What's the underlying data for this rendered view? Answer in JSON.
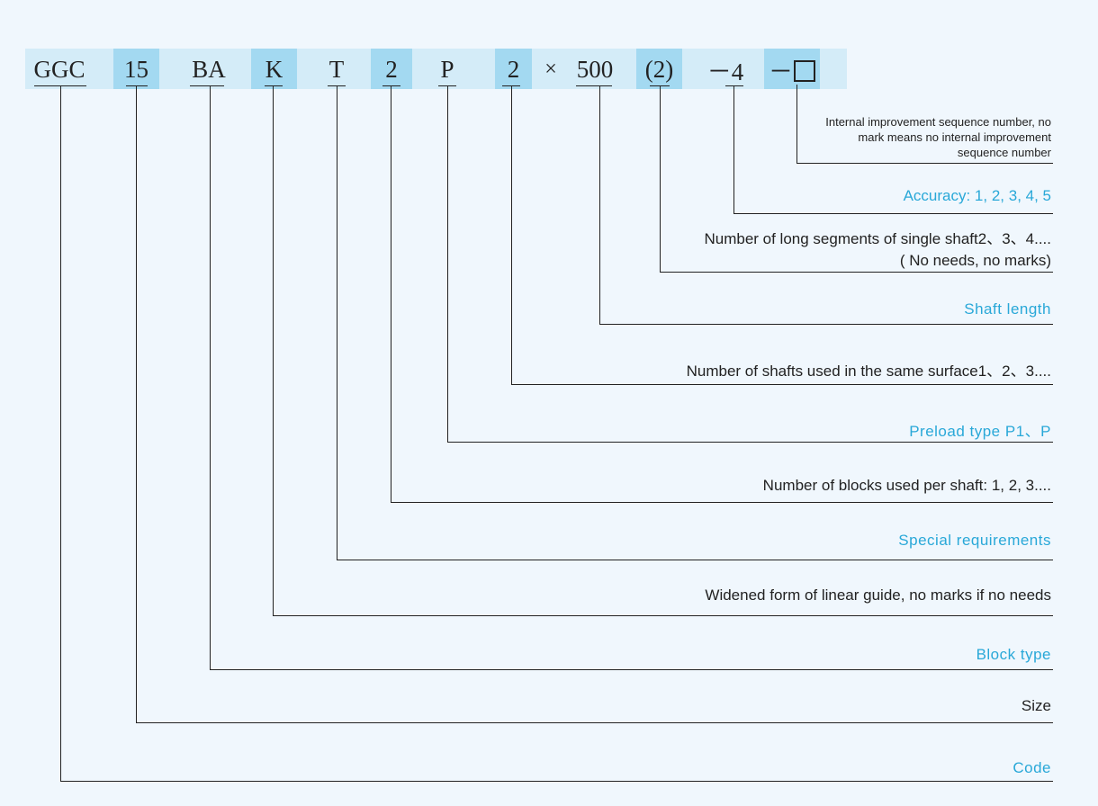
{
  "code_segments": [
    {
      "id": "ggc",
      "text": "GGC",
      "highlighted": false
    },
    {
      "id": "size",
      "text": "15",
      "highlighted": true
    },
    {
      "id": "block",
      "text": "BA",
      "highlighted": false
    },
    {
      "id": "widen",
      "text": "K",
      "highlighted": true
    },
    {
      "id": "special",
      "text": "T",
      "highlighted": false
    },
    {
      "id": "blocks",
      "text": "2",
      "highlighted": true
    },
    {
      "id": "preload",
      "text": "P",
      "highlighted": false
    },
    {
      "id": "shafts",
      "text": "2",
      "highlighted": true
    },
    {
      "id": "times",
      "text": "×",
      "highlighted": false
    },
    {
      "id": "length",
      "text": "500",
      "highlighted": false
    },
    {
      "id": "segments",
      "text": "(2)",
      "highlighted": true
    },
    {
      "id": "accuracy",
      "text": "－4",
      "highlighted": false
    },
    {
      "id": "improve",
      "text": "－",
      "highlighted": true
    }
  ],
  "labels": {
    "internal_improvement": "Internal improvement sequence number, no mark means no internal improvement sequence number",
    "internal_improvement_lines": [
      "Internal improvement sequence number, no",
      "mark means no internal improvement",
      "sequence number"
    ],
    "accuracy": "Accuracy: 1, 2, 3, 4, 5",
    "segments_line1": "Number of long segments of single shaft2、3、4....",
    "segments_line2": "( No needs, no marks)",
    "shaft_length": "Shaft length",
    "shafts_surface": "Number of shafts used in the same surface1、2、3....",
    "preload": "Preload type P1、P",
    "blocks_per_shaft": "Number of blocks used per shaft: 1, 2, 3....",
    "special": "Special requirements",
    "widened": "Widened form of linear guide, no marks if no needs",
    "block_type": "Block type",
    "size": "Size",
    "code": "Code"
  },
  "colors": {
    "background": "#f0f7fd",
    "bar": "#d4ecf8",
    "highlight": "#a3d9f1",
    "blue_text": "#29a8d8",
    "line": "#222222"
  }
}
